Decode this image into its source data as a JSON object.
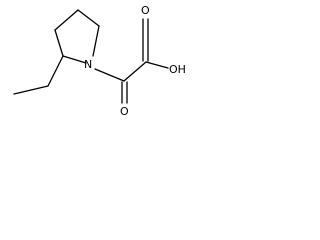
{
  "structure": {
    "atoms": {
      "nitrogen": "N",
      "carbonyl_oxygen": "O",
      "acid_oxygen": "O",
      "hydroxyl": "OH"
    },
    "bond_color": "#000000"
  }
}
